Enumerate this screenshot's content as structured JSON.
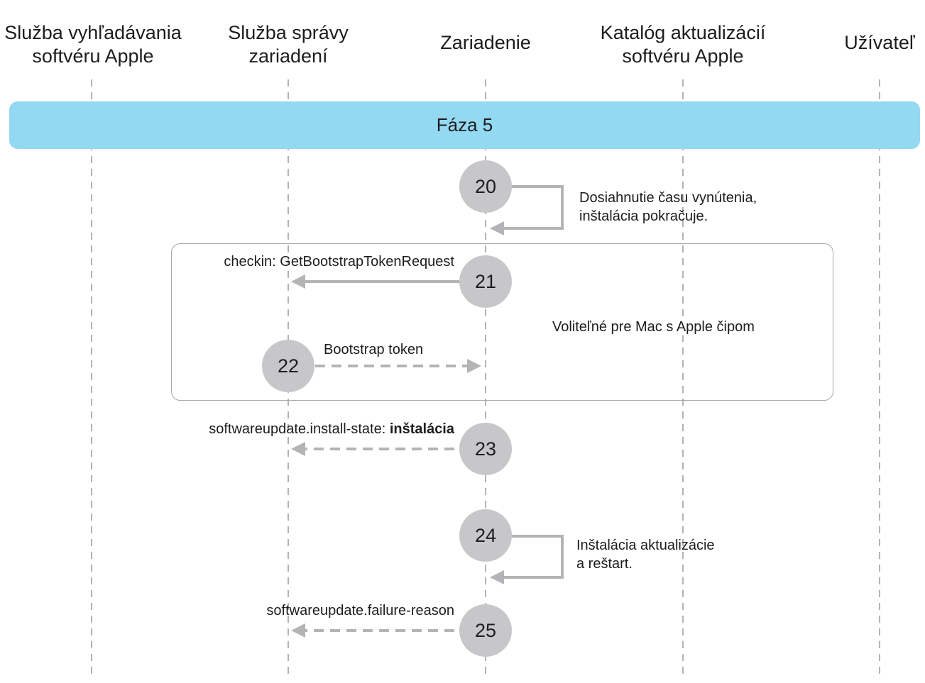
{
  "lanes": [
    {
      "id": "sus",
      "title": "Služba vyhľadávania\nsoftvéru Apple"
    },
    {
      "id": "mdm",
      "title": "Služba správy\nzariadení"
    },
    {
      "id": "device",
      "title": "Zariadenie"
    },
    {
      "id": "catalog",
      "title": "Katalóg aktualizácií\nsoftvéru Apple"
    },
    {
      "id": "user",
      "title": "Užívateľ"
    }
  ],
  "phase": {
    "label": "Fáza 5"
  },
  "optional_group": {
    "label": "Voliteľné pre Mac s Apple čipom"
  },
  "steps": [
    {
      "number": "20",
      "label": "Dosiahnutie času vynútenia,\ninštalácia pokračuje.",
      "kind": "self"
    },
    {
      "number": "21",
      "label": "checkin: GetBootstrapTokenRequest",
      "kind": "solid",
      "from": "device",
      "to": "mdm"
    },
    {
      "number": "22",
      "label": "Bootstrap token",
      "kind": "dashed",
      "from": "mdm",
      "to": "device"
    },
    {
      "number": "23",
      "label": "softwareupdate.install-state: ",
      "label_bold": "inštalácia",
      "kind": "dashed",
      "from": "device",
      "to": "mdm"
    },
    {
      "number": "24",
      "label": "Inštalácia aktualizácie\na reštart.",
      "kind": "self"
    },
    {
      "number": "25",
      "label": "softwareupdate.failure-reason",
      "kind": "dashed",
      "from": "device",
      "to": "mdm"
    }
  ],
  "colors": {
    "phase_band": "#94d9f2",
    "circle": "#c7c7c9",
    "arrow": "#b4b4b6",
    "lifeline": "#9a9a9c",
    "box_border": "#a8a8aa"
  }
}
